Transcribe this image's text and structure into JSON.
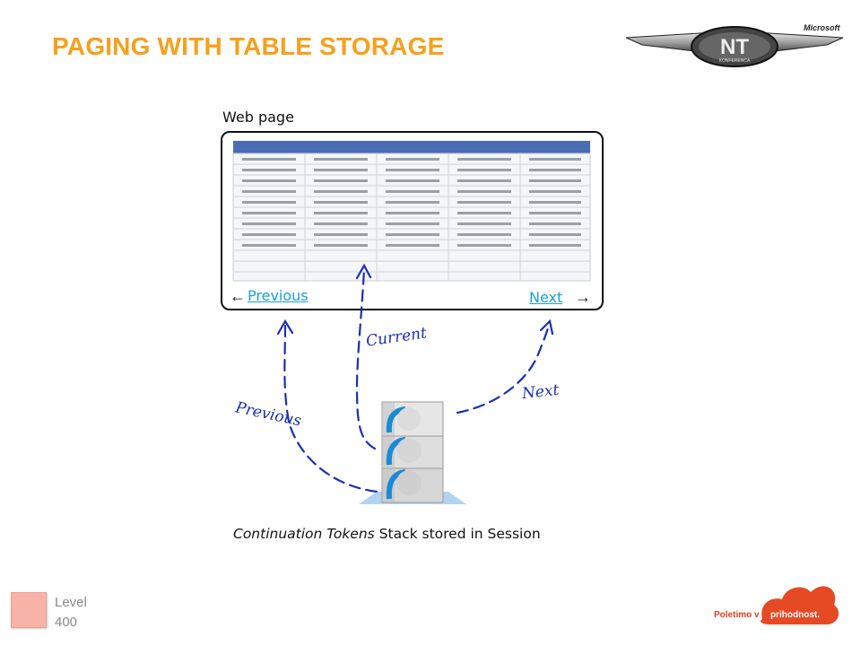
{
  "slide": {
    "title": "PAGING WITH TABLE STORAGE",
    "level_label": "Level",
    "level_value": "400"
  },
  "logos": {
    "top_brand_text": "Microsoft",
    "nt_logo_text": "NT",
    "nt_logo_subtext": "KONFERENCA",
    "bottom_brand_text_1": "Poletimo v",
    "bottom_brand_text_2": "prihodnost.",
    "accent_color": "#f7a01c",
    "bottom_brand_color": "#e43f1c"
  },
  "diagram": {
    "webpage_label": "Web page",
    "prev_link": "Previous",
    "next_link": "Next",
    "hand_current": "Current",
    "hand_next": "Next",
    "hand_previous": "Previous",
    "caption_italic": "Continuation Tokens",
    "caption_rest": " Stack stored in Session",
    "link_color": "#1aa0d8",
    "hand_color": "#1b2fb5",
    "table_header_color": "#4a6db5"
  }
}
